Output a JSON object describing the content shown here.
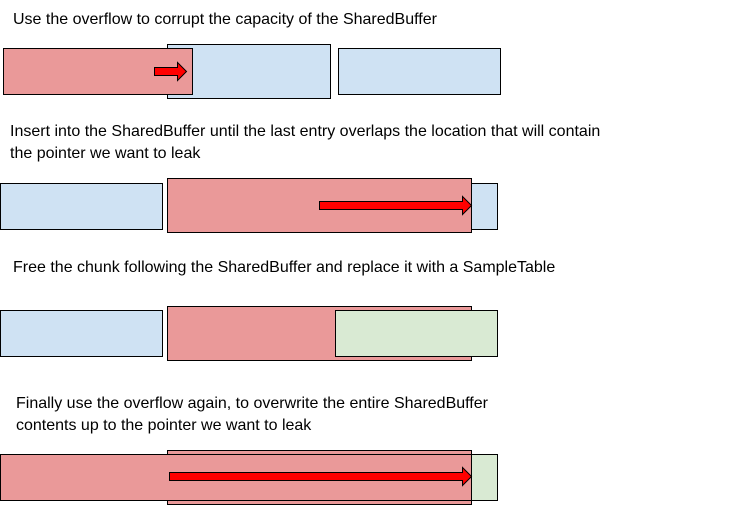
{
  "steps": [
    {
      "caption_lines": [
        "Use the overflow to corrupt the capacity of the SharedBuffer"
      ]
    },
    {
      "caption_lines": [
        "Insert into the SharedBuffer until the last entry overlaps the location that will contain",
        "the pointer we want to leak"
      ]
    },
    {
      "caption_lines": [
        "Free the chunk following the SharedBuffer and replace it with a SampleTable"
      ]
    },
    {
      "caption_lines": [
        "Finally use the overflow again, to overwrite the entire SharedBuffer",
        "contents up to the pointer we want to leak"
      ]
    }
  ],
  "colors": {
    "overflow_chunk": "#ea9999",
    "heap_chunk": "#cfe2f3",
    "sample_table": "#d9ead3",
    "arrow": "#ff0000"
  }
}
